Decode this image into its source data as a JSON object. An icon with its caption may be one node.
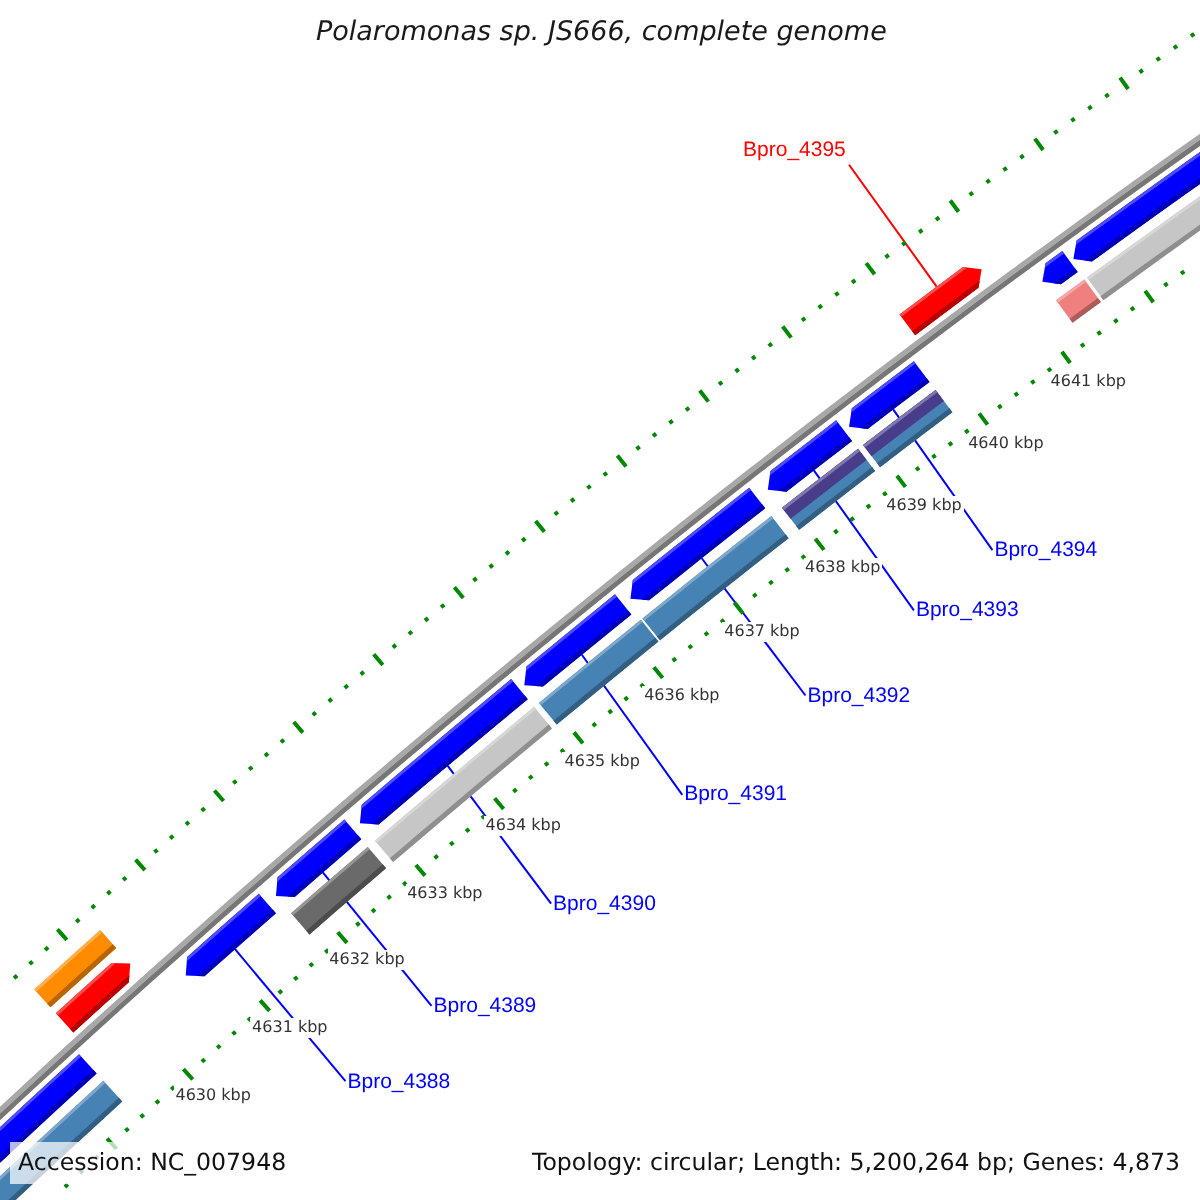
{
  "diagram": {
    "title": "Polaromonas sp. JS666, complete genome",
    "nodes": [
      {
        "text": [
          "Bpro_4395"
        ]
      },
      {
        "text": [
          "Bpro_4394"
        ]
      },
      {
        "text": [
          "Bpro_4393"
        ]
      },
      {
        "text": [
          "Bpro_4392"
        ]
      },
      {
        "text": [
          "Bpro_4391"
        ]
      },
      {
        "text": [
          "Bpro_4390"
        ]
      },
      {
        "text": [
          "Bpro_4389"
        ]
      },
      {
        "text": [
          "Bpro_4388"
        ]
      },
      {
        "text": [],
        "shape": "bar"
      },
      {
        "text": [],
        "shape": "bar"
      },
      {
        "text": [],
        "shape": "bar"
      },
      {
        "text": [],
        "shape": "bar"
      },
      {
        "text": [],
        "shape": "bar"
      },
      {
        "text": [],
        "shape": "bar"
      },
      {
        "text": [],
        "shape": "bar"
      },
      {
        "text": [],
        "shape": "bar"
      },
      {
        "text": [],
        "shape": "bar"
      },
      {
        "text": [],
        "shape": "bar"
      },
      {
        "text": [],
        "shape": "bar"
      },
      {
        "text": [],
        "shape": "bar"
      }
    ],
    "edges": [
      {
        "from": 0,
        "to": 17,
        "arrow": "none",
        "color": "#ff0000"
      },
      {
        "from": 1,
        "to": 16,
        "arrow": "none"
      },
      {
        "from": 2,
        "to": 15,
        "arrow": "none"
      },
      {
        "from": 3,
        "to": 14,
        "arrow": "none"
      },
      {
        "from": 4,
        "to": 13,
        "arrow": "none"
      },
      {
        "from": 5,
        "to": 12,
        "arrow": "none"
      },
      {
        "from": 6,
        "to": 11,
        "arrow": "none"
      },
      {
        "from": 7,
        "to": 10,
        "arrow": "none"
      }
    ],
    "labels": [
      "4641 kbp",
      "4640 kbp",
      "4639 kbp",
      "4638 kbp",
      "4637 kbp",
      "4636 kbp",
      "4635 kbp",
      "4634 kbp",
      "4633 kbp",
      "4632 kbp",
      "4631 kbp",
      "4630 kbp",
      "Accession: NC_007948",
      "Topology: circular; Length: 5,200,264 bp; Genes: 4,873"
    ]
  }
}
